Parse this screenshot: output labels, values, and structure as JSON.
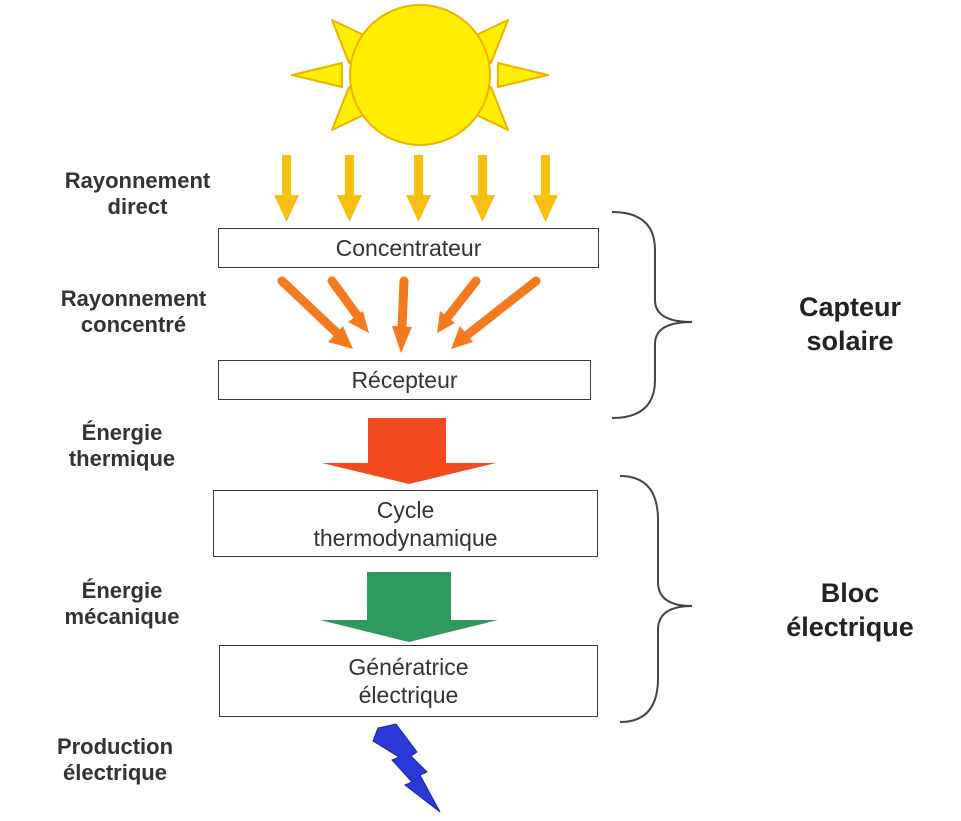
{
  "colors": {
    "sun": "#ffee00",
    "sun_stroke": "#f0b000",
    "direct_rays": "#f6c010",
    "concentrated_rays": "#f47a20",
    "thermal_arrow": "#f24a1e",
    "mechanical_arrow": "#2e9a60",
    "lightning": "#2a3ad8",
    "box_border": "#3a3a3a",
    "text": "#333333"
  },
  "icons": {
    "sun": "sun-icon",
    "lightning": "lightning-bolt-icon"
  },
  "labels": {
    "direct_radiation": {
      "line1": "Rayonnement",
      "line2": "direct"
    },
    "concentrated_radiation": {
      "line1": "Rayonnement",
      "line2": "concentré"
    },
    "thermal_energy": {
      "line1": "Énergie",
      "line2": "thermique"
    },
    "mechanical_energy": {
      "line1": "Énergie",
      "line2": "mécanique"
    },
    "electric_production": {
      "line1": "Production",
      "line2": "électrique"
    }
  },
  "boxes": {
    "concentrator": {
      "line1": "Concentrateur"
    },
    "receiver": {
      "line1": "Récepteur"
    },
    "thermo_cycle": {
      "line1": "Cycle",
      "line2": "thermodynamique"
    },
    "generator": {
      "line1": "Génératrice",
      "line2": "électrique"
    }
  },
  "groups": {
    "solar_collector": {
      "line1": "Capteur",
      "line2": "solaire"
    },
    "electric_block": {
      "line1": "Bloc",
      "line2": "électrique"
    }
  }
}
